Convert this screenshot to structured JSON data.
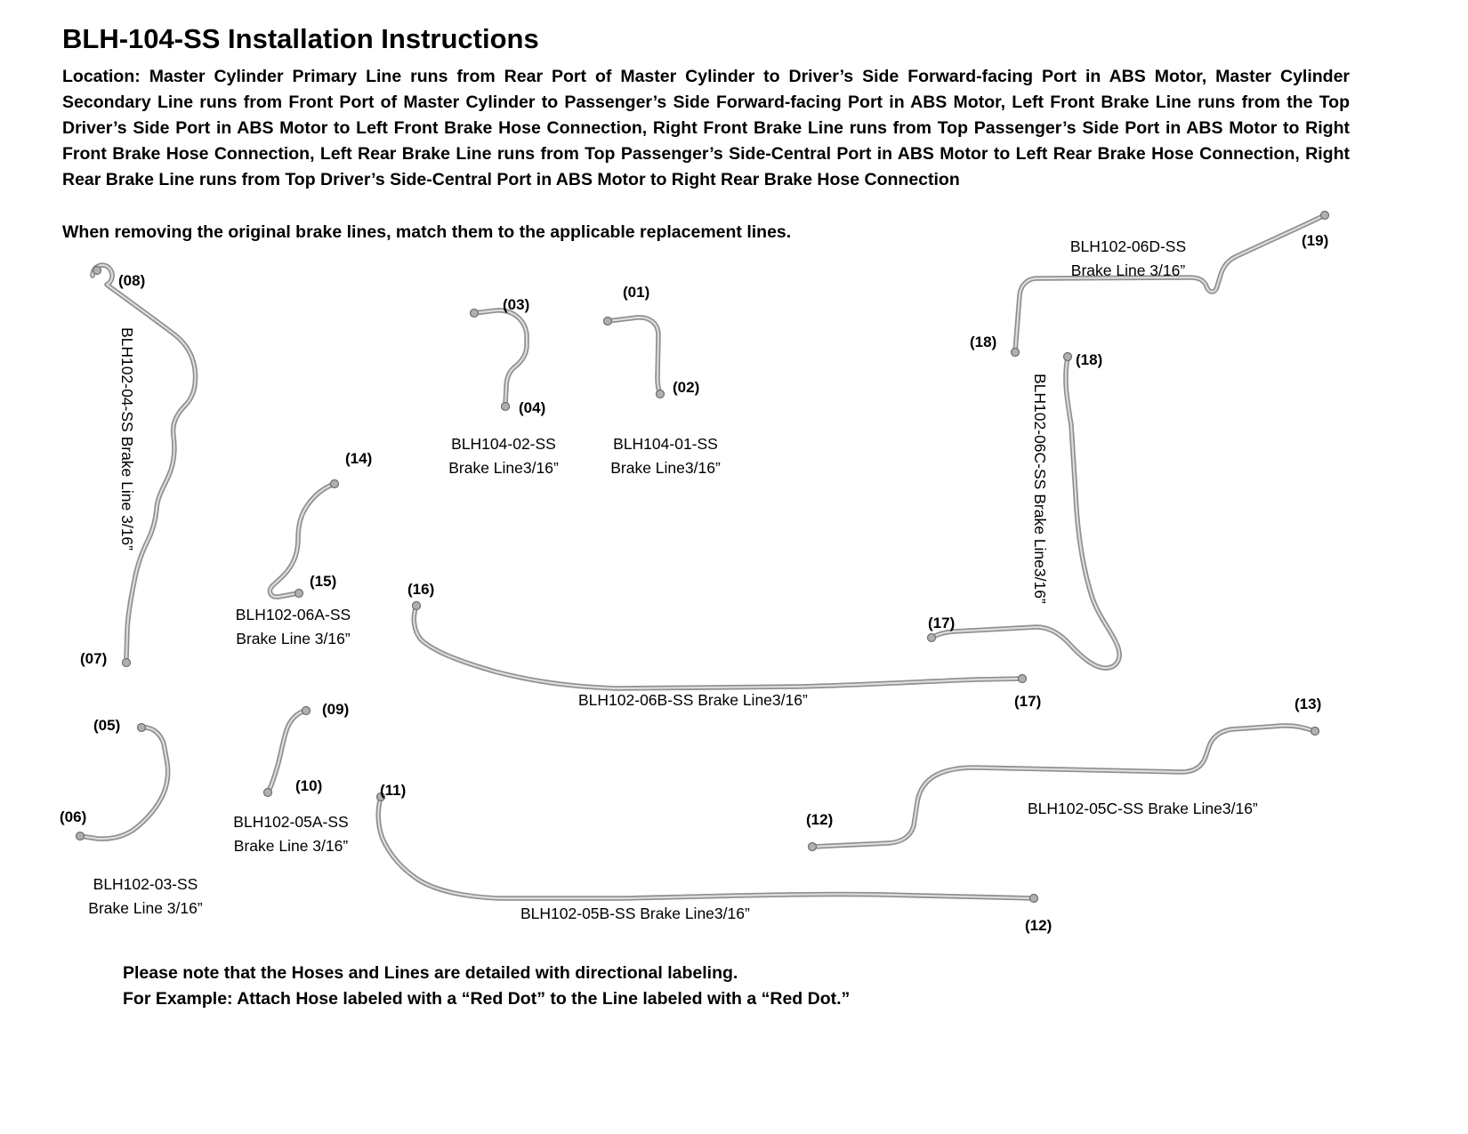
{
  "header": {
    "title": "BLH-104-SS Installation Instructions",
    "location": "Location: Master Cylinder Primary Line runs from Rear Port of Master Cylinder to Driver’s Side Forward-facing Port in ABS Motor, Master Cylinder Secondary Line runs from Front Port of Master Cylinder to Passenger’s Side Forward-facing Port in ABS Motor, Left Front Brake Line runs from the Top Driver’s Side Port in ABS Motor to Left Front Brake Hose Connection, Right Front Brake Line runs from Top Passenger’s Side Port in ABS Motor to Right Front Brake Hose Connection, Left Rear Brake Line runs from Top Passenger’s Side-Central Port in ABS Motor to Left Rear Brake Hose Connection, Right Rear Brake Line runs from Top Driver’s Side-Central Port in ABS Motor to Right Rear Brake Hose Connection",
    "instruction": "When removing the original brake lines, match them to the applicable replacement lines."
  },
  "callouts": {
    "c01": "(01)",
    "c02": "(02)",
    "c03": "(03)",
    "c04": "(04)",
    "c05": "(05)",
    "c06": "(06)",
    "c07": "(07)",
    "c08": "(08)",
    "c09": "(09)",
    "c10": "(10)",
    "c11": "(11)",
    "c12": "(12)",
    "c13": "(13)",
    "c14": "(14)",
    "c15": "(15)",
    "c16": "(16)",
    "c17": "(17)",
    "c18": "(18)",
    "c19": "(19)"
  },
  "parts": {
    "blh102_04": {
      "label": "BLH102-04-SS Brake Line 3/16”"
    },
    "blh104_02": {
      "line1": "BLH104-02-SS",
      "line2": "Brake Line3/16”"
    },
    "blh104_01": {
      "line1": "BLH104-01-SS",
      "line2": "Brake Line3/16”"
    },
    "blh102_06d": {
      "line1": "BLH102-06D-SS",
      "line2": "Brake Line 3/16”"
    },
    "blh102_06c": {
      "label": "BLH102-06C-SS Brake Line3/16”"
    },
    "blh102_06a": {
      "line1": "BLH102-06A-SS",
      "line2": "Brake Line 3/16”"
    },
    "blh102_06b": {
      "label": "BLH102-06B-SS Brake Line3/16”"
    },
    "blh102_05c": {
      "label": "BLH102-05C-SS Brake Line3/16”"
    },
    "blh102_05a": {
      "line1": "BLH102-05A-SS",
      "line2": "Brake Line 3/16”"
    },
    "blh102_03": {
      "line1": "BLH102-03-SS",
      "line2": "Brake Line 3/16”"
    },
    "blh102_05b": {
      "label": "BLH102-05B-SS Brake Line3/16”"
    }
  },
  "footer": {
    "note1": "Please note that the Hoses and Lines are detailed with directional labeling.",
    "note2": "For Example: Attach Hose labeled with a “Red Dot” to the Line labeled with a “Red Dot.”"
  },
  "colors": {
    "background": "#ffffff",
    "text": "#000000",
    "tube": "#8e8e8e",
    "tube_highlight": "#dcdcdc"
  }
}
